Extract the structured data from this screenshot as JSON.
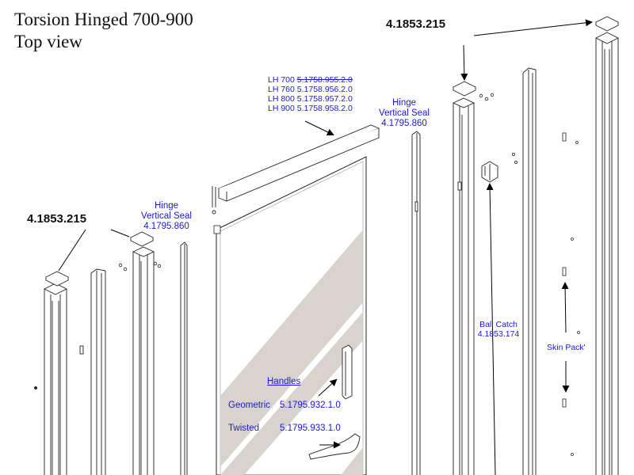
{
  "title": {
    "line1": "Torsion Hinged 700-900",
    "line2": "Top view"
  },
  "parts": {
    "end_cap_top": "4.1853.215",
    "end_cap_left": "4.1853.215",
    "hinge_seal_left": {
      "line1": "Hinge",
      "line2": "Vertical Seal",
      "code": "4.1795.860"
    },
    "hinge_seal_right": {
      "line1": "Hinge",
      "line2": "Vertical Seal",
      "code": "4.1795.860"
    },
    "lh_list": [
      {
        "size": "LH 700",
        "code": "5.1758.955.2.0",
        "struck": true
      },
      {
        "size": "LH 760",
        "code": "5.1758.956.2.0",
        "struck": false
      },
      {
        "size": "LH 800",
        "code": "5.1758.957.2.0",
        "struck": false
      },
      {
        "size": "LH 900",
        "code": "5.1758.958.2.0",
        "struck": false
      }
    ],
    "ball_catch": {
      "line1": "Ball Catch",
      "line2": "4.1853.174"
    },
    "skin_pack": "Skin Pack'",
    "handles": {
      "heading": "Handles",
      "geometric": {
        "name": "Geometric",
        "code": "5.1795.932.1.0"
      },
      "twisted": {
        "name": "Twisted",
        "code": "5.1795.933.1.0"
      }
    }
  }
}
